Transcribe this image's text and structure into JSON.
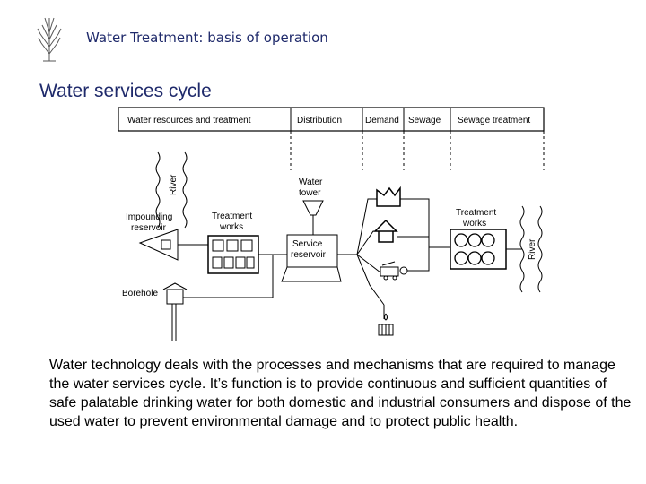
{
  "header": {
    "title": "Water Treatment: basis of operation",
    "logo_icon": "plant-logo-icon"
  },
  "slide": {
    "title": "Water services cycle"
  },
  "diagram": {
    "columns": [
      "Water resources and treatment",
      "Distribution",
      "Demand",
      "Sewage",
      "Sewage treatment"
    ],
    "labels": {
      "river_left": "River",
      "impounding_1": "Impounding",
      "impounding_2": "reservoir",
      "treatment_1": "Treatment",
      "treatment_2": "works",
      "tower_1": "Water",
      "tower_2": "tower",
      "service_1": "Service",
      "service_2": "reservoir",
      "borehole": "Borehole",
      "sewage_treatment_1": "Treatment",
      "sewage_treatment_2": "works",
      "river_right": "River"
    }
  },
  "body": {
    "paragraph": "Water technology deals with the processes and mechanisms that are required to manage the water services cycle.  It’s function is to provide continuous and sufficient quantities of safe palatable drinking water for both domestic and industrial consumers and dispose of the used water to prevent environmental damage and to protect public health."
  }
}
